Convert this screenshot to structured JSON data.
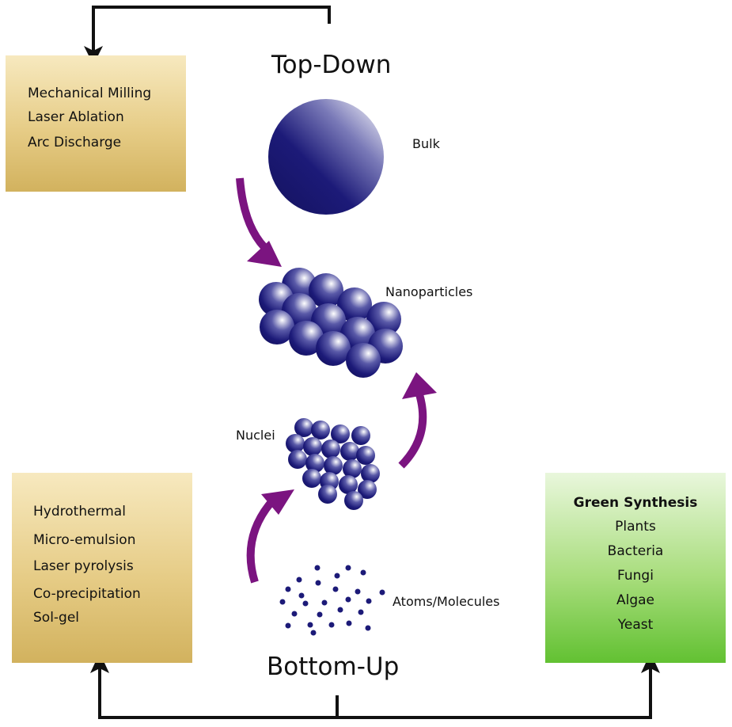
{
  "top_title": "Top-Down",
  "bottom_title": "Bottom-Up",
  "labels": {
    "bulk": "Bulk",
    "nanoparticles": "Nanoparticles",
    "nuclei": "Nuclei",
    "atoms": "Atoms/Molecules"
  },
  "top_down_methods": [
    "Mechanical Milling",
    "Laser Ablation",
    "Arc Discharge"
  ],
  "bottom_up_methods": [
    "Hydrothermal",
    "Micro-emulsion",
    "Laser pyrolysis",
    "Co-precipitation",
    "Sol-gel"
  ],
  "green_synthesis": {
    "heading": "Green Synthesis",
    "items": [
      "Plants",
      "Bacteria",
      "Fungi",
      "Algae",
      "Yeast"
    ]
  },
  "colors": {
    "sphere": "#1c1a78",
    "arrow": "#7b1480",
    "connector": "#111111"
  }
}
